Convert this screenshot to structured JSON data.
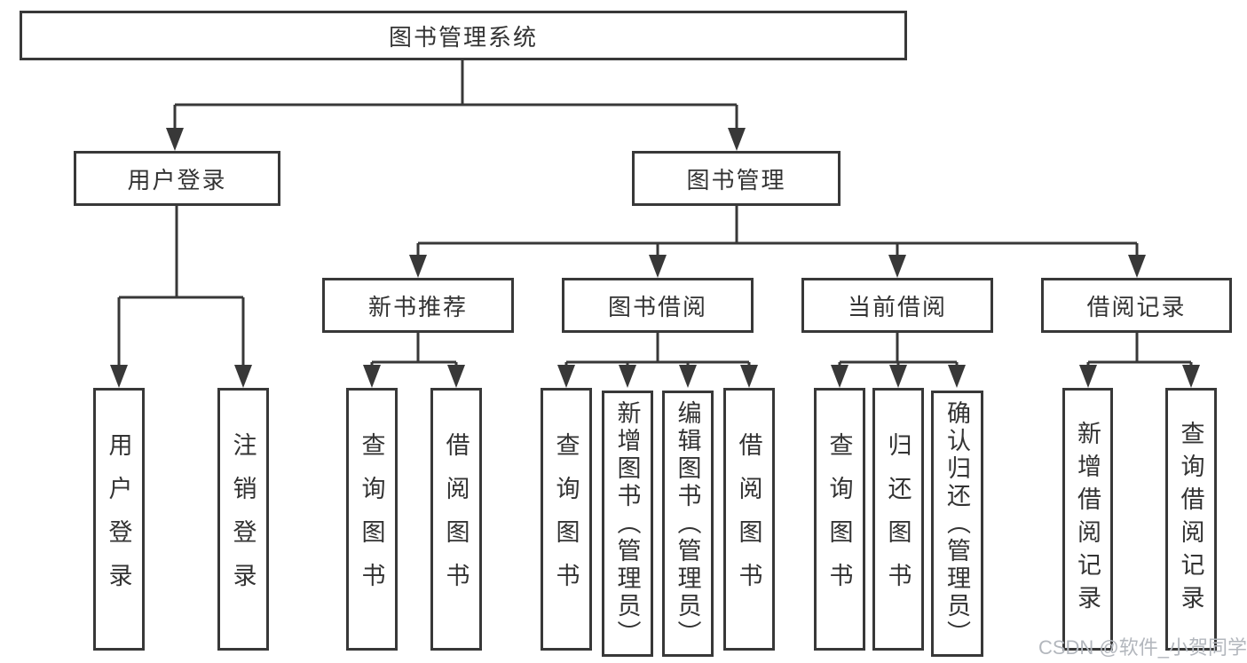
{
  "tree": {
    "label": "图书管理系统",
    "children": [
      {
        "label": "用户登录",
        "children": [
          {
            "label": "用户登录"
          },
          {
            "label": "注销登录"
          }
        ]
      },
      {
        "label": "图书管理",
        "children": [
          {
            "label": "新书推荐",
            "children": [
              {
                "label": "查询图书"
              },
              {
                "label": "借阅图书"
              }
            ]
          },
          {
            "label": "图书借阅",
            "children": [
              {
                "label": "查询图书"
              },
              {
                "label": "新增图书（管理员）"
              },
              {
                "label": "编辑图书（管理员）"
              },
              {
                "label": "借阅图书"
              }
            ]
          },
          {
            "label": "当前借阅",
            "children": [
              {
                "label": "查询图书"
              },
              {
                "label": "归还图书"
              },
              {
                "label": "确认归还（管理员）"
              }
            ]
          },
          {
            "label": "借阅记录",
            "children": [
              {
                "label": "新增借阅记录"
              },
              {
                "label": "查询借阅记录"
              }
            ]
          }
        ]
      }
    ]
  },
  "watermark": {
    "text": "CSDN @软件_小贺同学"
  },
  "colors": {
    "line": "#383838",
    "box_border": "#383838",
    "text": "#333333",
    "background": "#ffffff",
    "watermark": "#b3b7bd"
  }
}
